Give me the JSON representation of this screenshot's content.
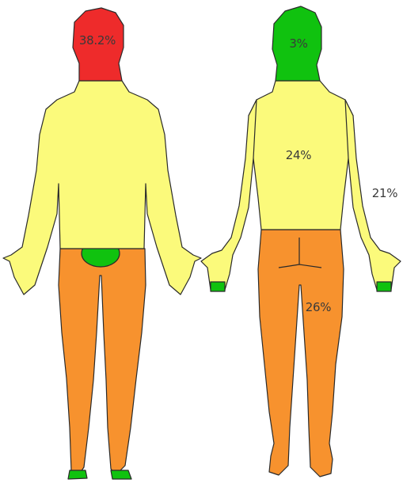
{
  "colors": {
    "red": "#ee2b2b",
    "green": "#10c20f",
    "yellow": "#fbfa7b",
    "orange": "#f7922e",
    "outline": "#2a2a2a"
  },
  "front": {
    "head": {
      "label": "38.2%",
      "color": "red"
    },
    "torso_arms": {
      "color": "yellow"
    },
    "groin": {
      "color": "green"
    },
    "legs": {
      "color": "orange"
    },
    "toes": {
      "color": "green"
    }
  },
  "back": {
    "head": {
      "label": "3%",
      "color": "green"
    },
    "torso": {
      "label": "24%",
      "color": "yellow"
    },
    "arms": {
      "label": "21%",
      "color": "yellow"
    },
    "fingers": {
      "color": "green"
    },
    "legs": {
      "label": "26%",
      "color": "orange"
    }
  }
}
